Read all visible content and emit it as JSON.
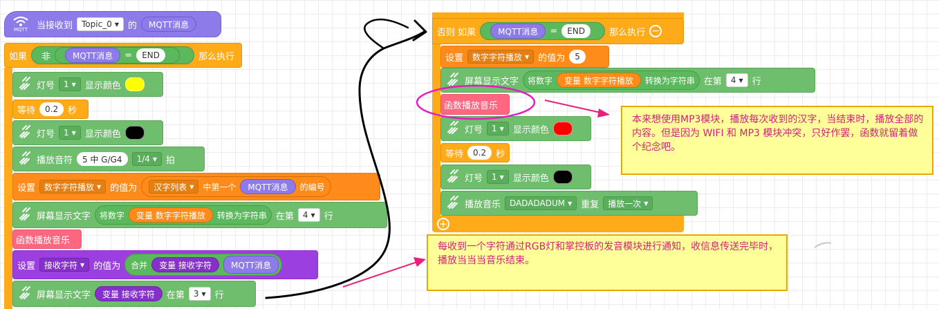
{
  "left": {
    "hat": {
      "when": "当接收到",
      "topic": "Topic_0",
      "of": "的",
      "mqtt": "MQTT消息",
      "icon_label": "MQTT"
    },
    "if_block": {
      "if": "如果",
      "not": "非",
      "mqtt": "MQTT消息",
      "eq": "=",
      "end": "END",
      "then": "那么执行"
    },
    "led1": {
      "label": "灯号",
      "num": "1",
      "show": "显示颜色",
      "color": "#ffff00"
    },
    "wait": {
      "label": "等待",
      "value": "0.2",
      "unit": "秒"
    },
    "led2": {
      "label": "灯号",
      "num": "1",
      "show": "显示颜色",
      "color": "#000000"
    },
    "note_play": {
      "label": "播放音符",
      "note": "5 中 G/G4",
      "beat": "1/4",
      "unit": "拍"
    },
    "setvar1": {
      "set": "设置",
      "var": "数字字符播放",
      "value_of": "的值为",
      "list": "汉字列表",
      "first": "中第一个",
      "mqtt": "MQTT消息",
      "index": "的编号"
    },
    "screen1": {
      "label": "屏幕显示文字",
      "num": "将数字",
      "var": "变量 数字字符播放",
      "conv": "转换为字符串",
      "at": "在第",
      "row": "4",
      "unit": "行"
    },
    "func": {
      "label": "函数播放音乐"
    },
    "setvar2": {
      "set": "设置",
      "var": "接收字符",
      "value_of": "的值为",
      "join": "合并",
      "recv": "变量 接收字符",
      "mqtt": "MQTT消息"
    },
    "screen2": {
      "label": "屏幕显示文字",
      "var": "变量 接收字符",
      "at": "在第",
      "row": "3",
      "unit": "行"
    }
  },
  "right": {
    "else_if": {
      "label": "否则 如果",
      "mqtt": "MQTT消息",
      "eq": "=",
      "end": "END",
      "then": "那么执行"
    },
    "setvar": {
      "set": "设置",
      "var": "数字字符播放",
      "value_of": "的值为",
      "value": "5"
    },
    "screen": {
      "label": "屏幕显示文字",
      "num": "将数字",
      "var": "变量 数字字符播放",
      "conv": "转换为字符串",
      "at": "在第",
      "row": "4",
      "unit": "行"
    },
    "func": {
      "label": "函数播放音乐"
    },
    "led1": {
      "label": "灯号",
      "num": "1",
      "show": "显示颜色",
      "color": "#ff0000"
    },
    "wait": {
      "label": "等待",
      "value": "0.2",
      "unit": "秒"
    },
    "led2": {
      "label": "灯号",
      "num": "1",
      "show": "显示颜色",
      "color": "#000000"
    },
    "music": {
      "label": "播放音乐",
      "song": "DADADADUM",
      "repeat": "重复",
      "mode": "播放一次"
    }
  },
  "notes": {
    "note1": "本来想使用MP3模块，播放每次收到的汉字，当结束时，播放全部的内容。但是因为 WIFI 和 MP3 模块冲突，只好作罢，函数就留着做个纪念吧。",
    "note2": "每收到一个字符通过RGB灯和掌控板的发音模块进行通知，收信息传送完毕时，播放当当当音乐结束。"
  }
}
